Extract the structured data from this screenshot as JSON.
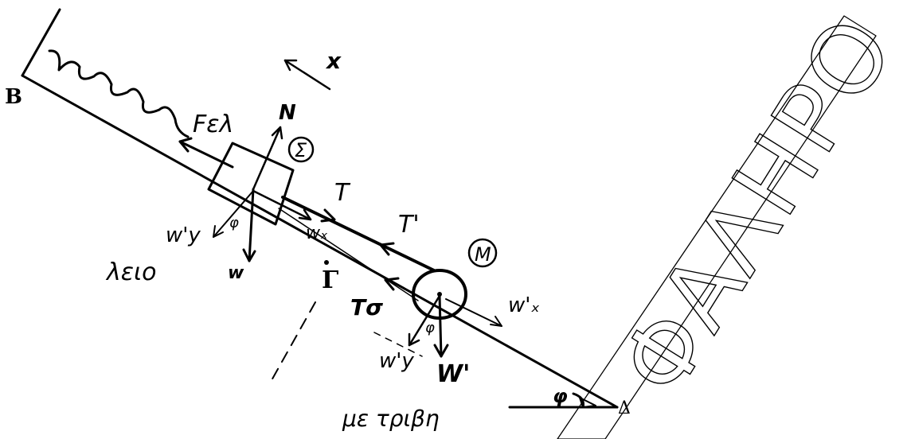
{
  "labels": {
    "point_b": "B",
    "point_delta": "Δ",
    "point_gamma": "Γ",
    "spring_force": "Fελ",
    "normal": "N",
    "block": "Σ",
    "cylinder": "Μ",
    "tension_block": "T",
    "tension_cylinder": "T'",
    "static_friction": "Τσ",
    "weight_block": "w",
    "weight_block_x": "wₓ",
    "weight_block_y": "w'y",
    "weight_cyl": "W'",
    "weight_cyl_x": "w'ₓ",
    "weight_cyl_y": "w'y",
    "angle_block": "φ",
    "angle_cyl": "φ",
    "angle_incline": "φ",
    "axis_x": "x",
    "smooth_note": "λειο",
    "friction_note": "με τριβη"
  },
  "watermark": "ΦΑΛΗΡΟ"
}
